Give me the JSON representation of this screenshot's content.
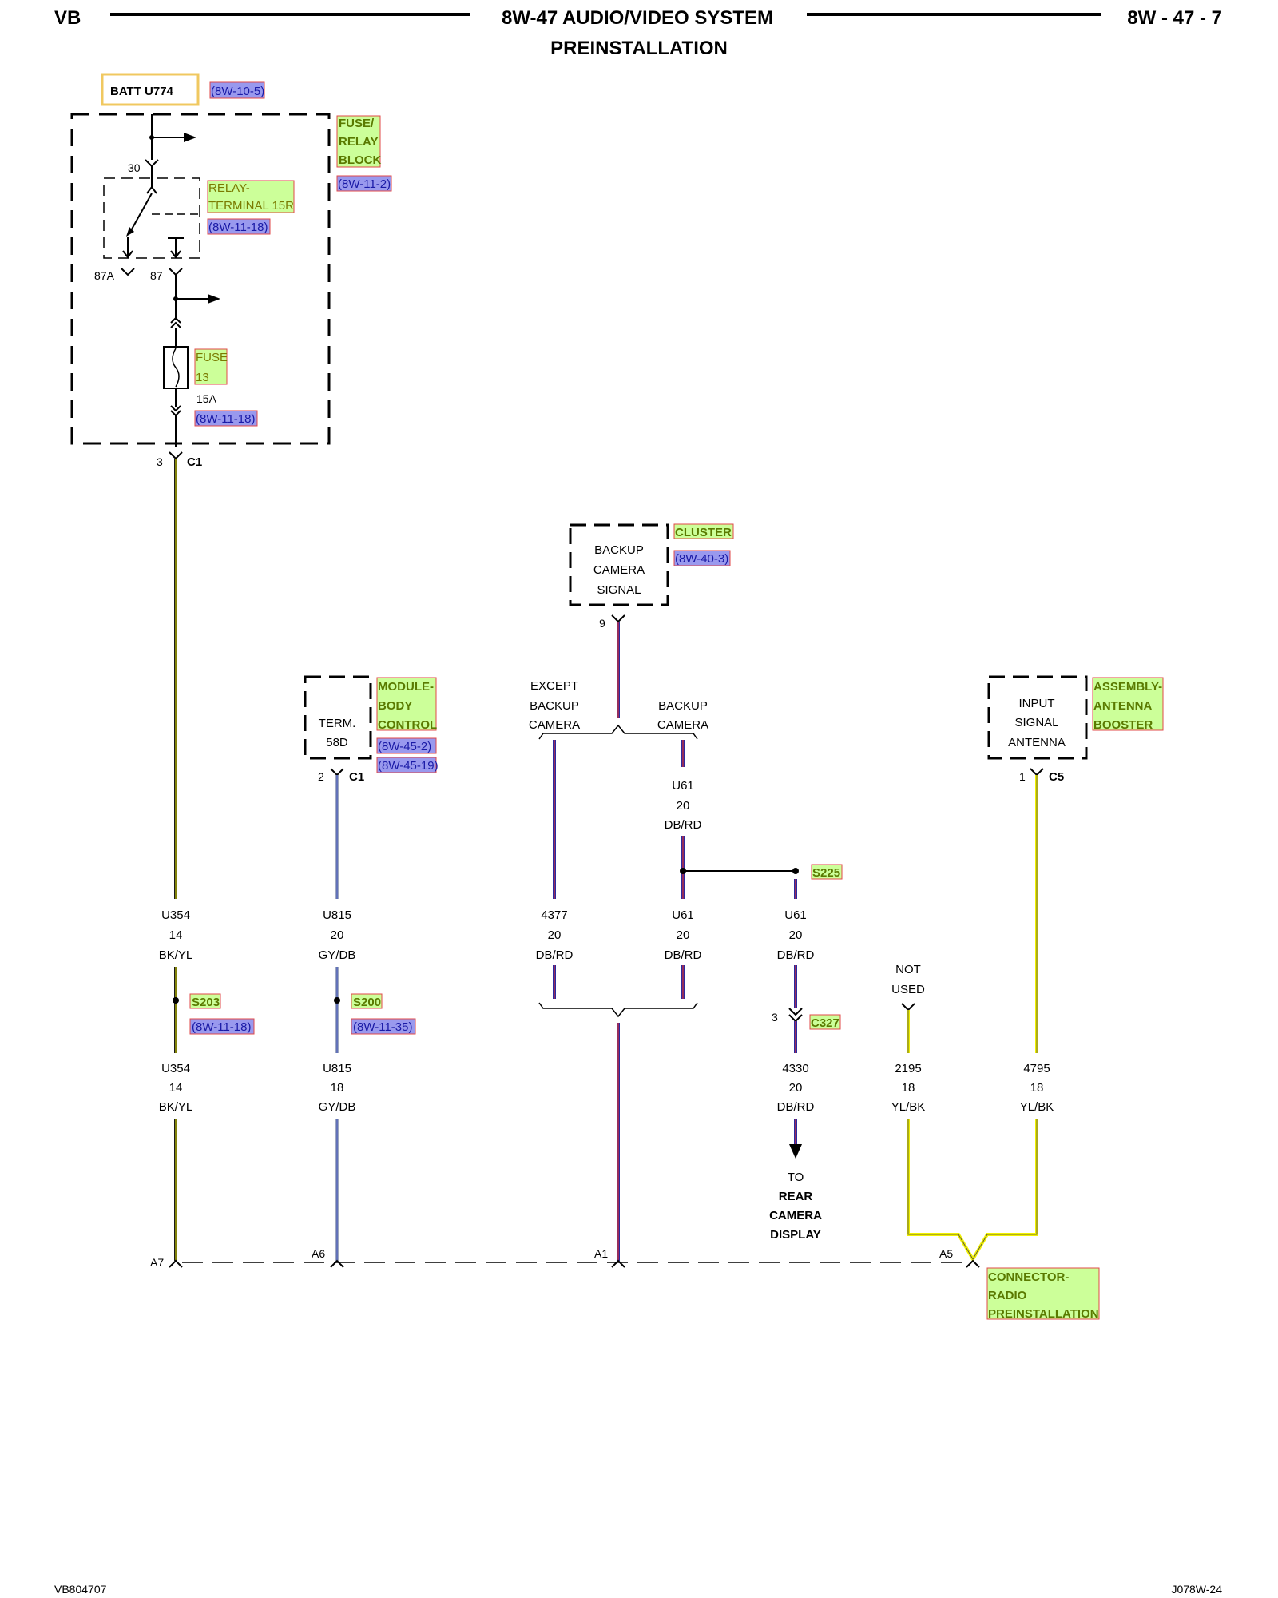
{
  "header": {
    "left": "VB",
    "title": "8W-47 AUDIO/VIDEO SYSTEM",
    "subtitle": "PREINSTALLATION",
    "page": "8W - 47 - 7"
  },
  "footer": {
    "left": "VB804707",
    "right": "J078W-24"
  },
  "colors": {
    "bk_yl": "#1a1a1a",
    "bk_yl_stripe": "#c8c800",
    "gy_db": "#9ea8c0",
    "gy_db_stripe": "#3a4fb5",
    "db_rd": "#2a2aa0",
    "db_rd_stripe": "#e03030",
    "yl_bk": "#f0f000",
    "highlight_green": "#ccff99",
    "highlight_blue": "#9999ee"
  },
  "batt": {
    "label": "BATT U774",
    "ref": "(8W-10-5)"
  },
  "fuse_relay_block": {
    "name": [
      "FUSE/",
      "RELAY",
      "BLOCK"
    ],
    "ref": "(8W-11-2)",
    "relay_name": [
      "RELAY-",
      "TERMINAL 15R"
    ],
    "relay_ref": "(8W-11-18)",
    "pin_30": "30",
    "pin_87a": "87A",
    "pin_87": "87",
    "fuse_name": [
      "FUSE",
      "13"
    ],
    "fuse_rating": "15A",
    "fuse_ref": "(8W-11-18)",
    "out_pin": "3",
    "out_conn": "C1"
  },
  "cluster": {
    "box_text": [
      "BACKUP",
      "CAMERA",
      "SIGNAL"
    ],
    "name": "CLUSTER",
    "ref": "(8W-40-3)",
    "pin": "9"
  },
  "bcm": {
    "box_text": [
      "TERM.",
      "58D"
    ],
    "name": [
      "MODULE-",
      "BODY",
      "CONTROL"
    ],
    "refs": [
      "(8W-45-2)",
      "(8W-45-19)"
    ],
    "pin": "2",
    "conn": "C1"
  },
  "antenna": {
    "box_text": [
      "INPUT",
      "SIGNAL",
      "ANTENNA"
    ],
    "name": [
      "ASSEMBLY-",
      "ANTENNA",
      "BOOSTER"
    ],
    "pin": "1",
    "conn": "C5"
  },
  "options": {
    "except": [
      "EXCEPT",
      "BACKUP",
      "CAMERA"
    ],
    "backup": [
      "BACKUP",
      "CAMERA"
    ]
  },
  "wires": {
    "u354_upper": [
      "U354",
      "14",
      "BK/YL"
    ],
    "u354_lower": [
      "U354",
      "14",
      "BK/YL"
    ],
    "u815_upper": [
      "U815",
      "20",
      "GY/DB"
    ],
    "u815_lower": [
      "U815",
      "18",
      "GY/DB"
    ],
    "w4377": [
      "4377",
      "20",
      "DB/RD"
    ],
    "u61_top": [
      "U61",
      "20",
      "DB/RD"
    ],
    "u61_mid": [
      "U61",
      "20",
      "DB/RD"
    ],
    "u61_right": [
      "U61",
      "20",
      "DB/RD"
    ],
    "w4330": [
      "4330",
      "20",
      "DB/RD"
    ],
    "w2195": [
      "2195",
      "18",
      "YL/BK"
    ],
    "w4795": [
      "4795",
      "18",
      "YL/BK"
    ]
  },
  "splices": {
    "s203": "S203",
    "s203_ref": "(8W-11-18)",
    "s200": "S200",
    "s200_ref": "(8W-11-35)",
    "s225": "S225"
  },
  "c327": {
    "pin": "3",
    "name": "C327"
  },
  "not_used": [
    "NOT",
    "USED"
  ],
  "to_rear": [
    "TO",
    "REAR",
    "CAMERA",
    "DISPLAY"
  ],
  "radio_pins": {
    "a7": "A7",
    "a6": "A6",
    "a1": "A1",
    "a5": "A5"
  },
  "radio_connector": [
    "CONNECTOR-",
    "RADIO",
    "PREINSTALLATION"
  ]
}
